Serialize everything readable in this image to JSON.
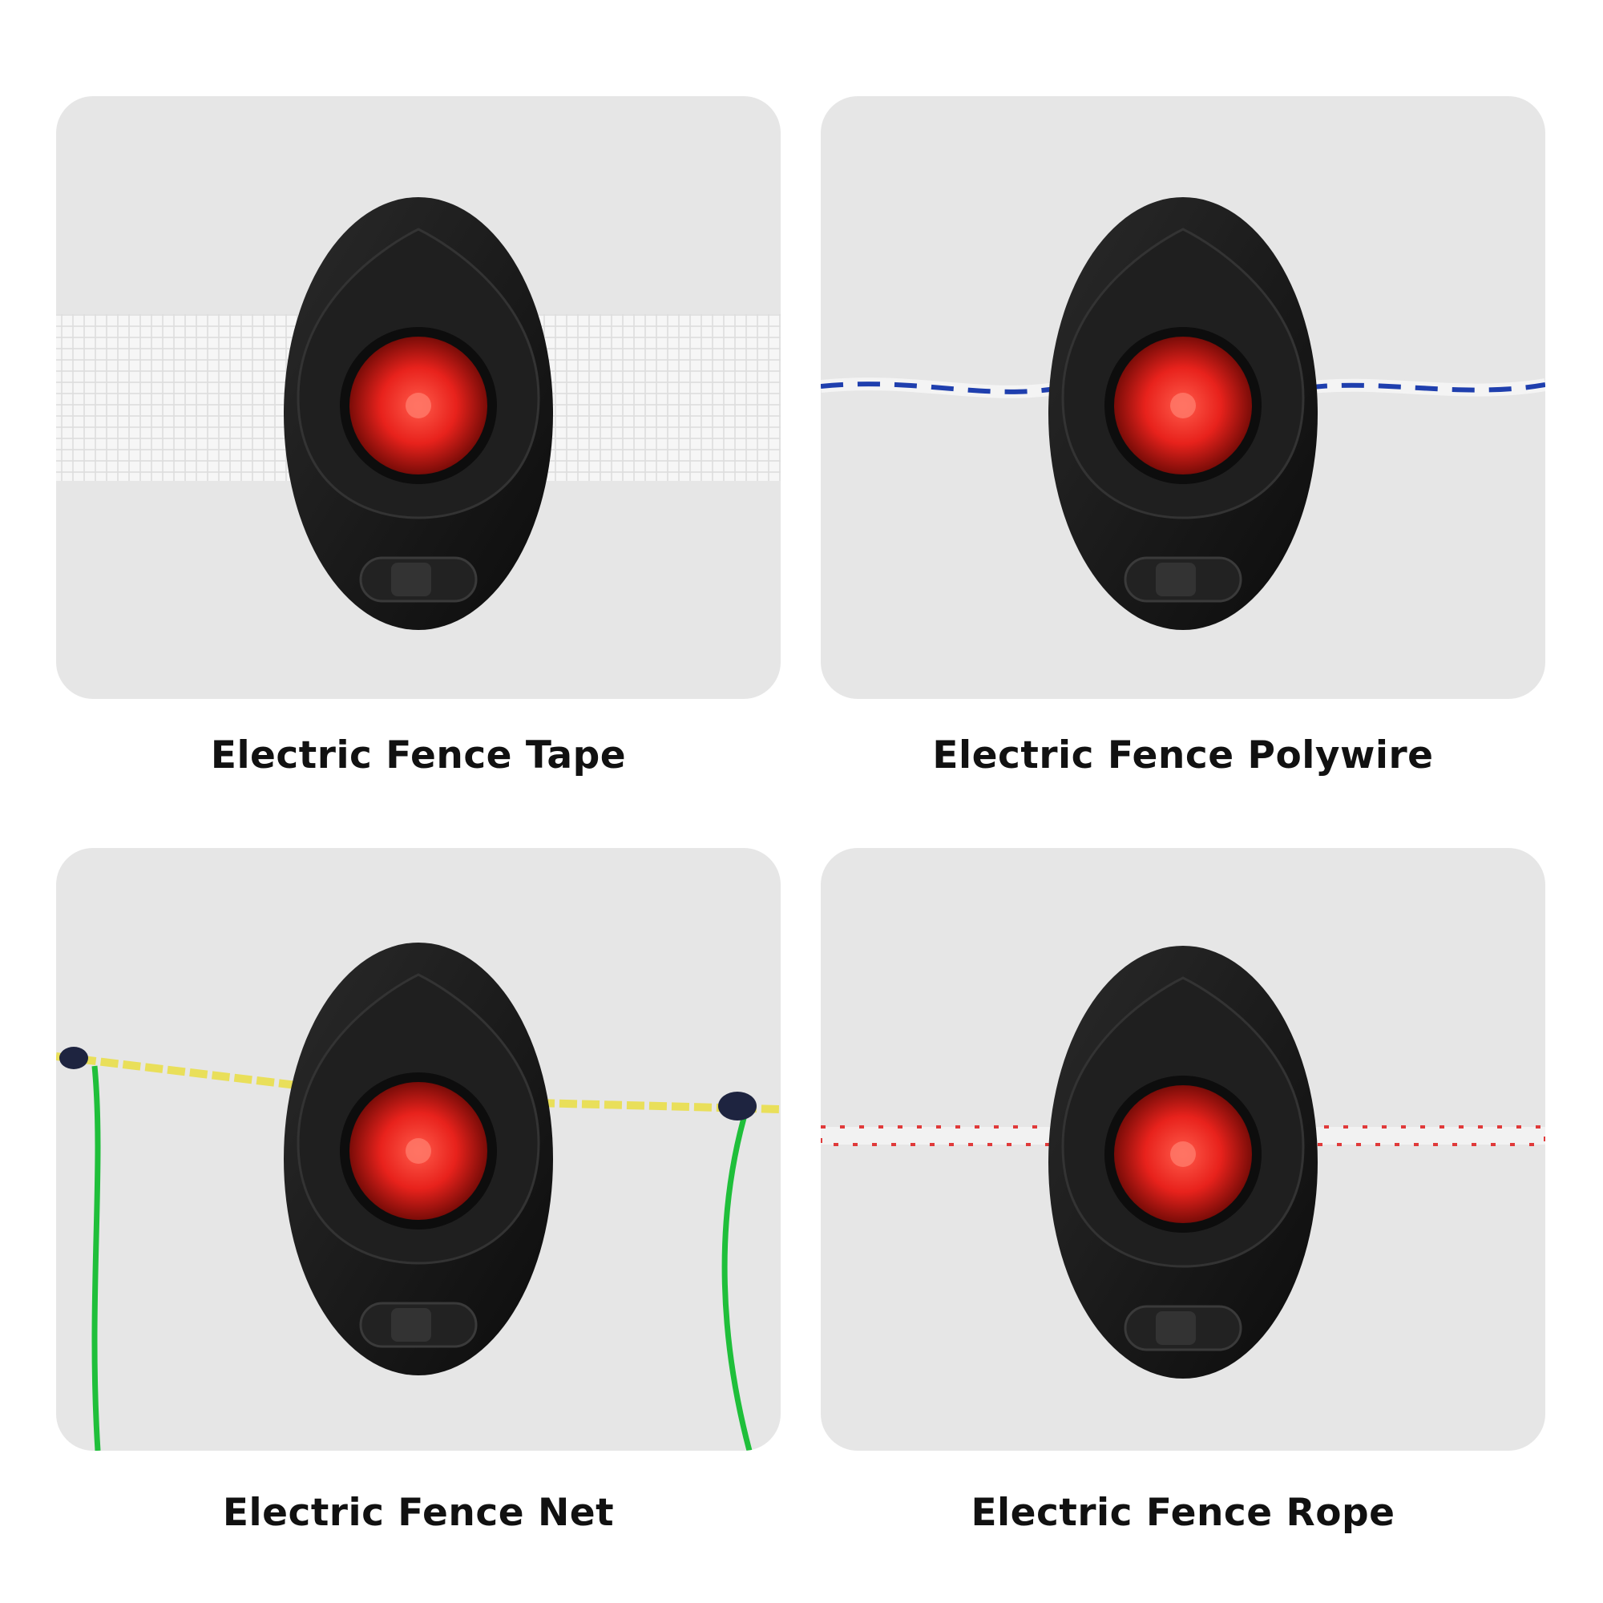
{
  "panels": [
    {
      "caption": "Electric Fence Tape",
      "fence_type": "tape"
    },
    {
      "caption": "Electric Fence Polywire",
      "fence_type": "polywire"
    },
    {
      "caption": "Electric Fence Net",
      "fence_type": "net"
    },
    {
      "caption": "Electric Fence Rope",
      "fence_type": "rope"
    }
  ],
  "colors": {
    "panel_background": "#e6e6e6",
    "device_body": "#141414",
    "lens_red": "#e8221c",
    "tape_white": "#f7f7f7",
    "polywire_blue": "#1f3fae",
    "net_yellow": "#e9df5a",
    "net_green": "#1fbf3a",
    "rope_red": "#e03a3a"
  }
}
